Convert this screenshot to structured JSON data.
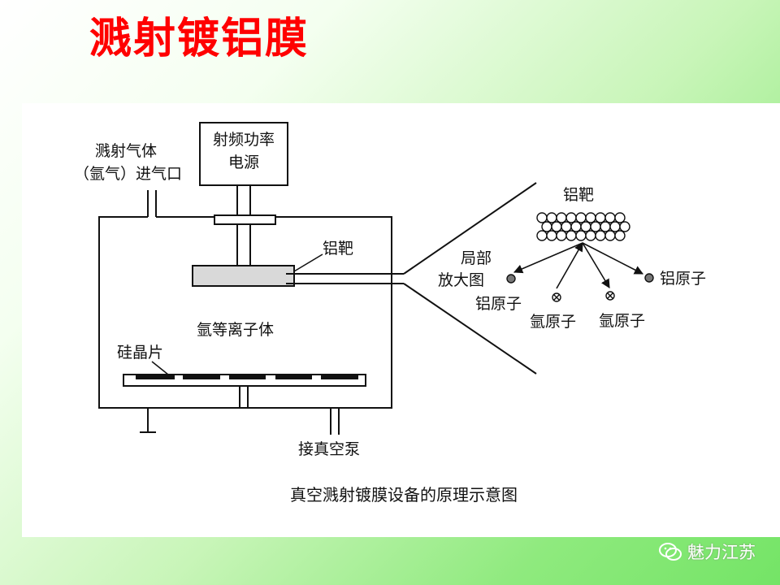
{
  "slide": {
    "title": "溅射镀铝膜"
  },
  "diagram": {
    "labels": {
      "gas_inlet_line1": "溅射气体",
      "gas_inlet_line2": "（氩气）进气口",
      "rf_power_line1": "射频功率",
      "rf_power_line2": "电源",
      "al_target": "铝靶",
      "argon_plasma": "氩等离子体",
      "silicon_wafer": "硅晶片",
      "vacuum_pump": "接真空泵",
      "local_zoom_line1": "局部",
      "local_zoom_line2": "放大图",
      "zoom_al_target": "铝靶",
      "al_atom_left": "铝原子",
      "al_atom_right": "铝原子",
      "ar_atom_1": "氩原子",
      "ar_atom_2": "氩原子"
    },
    "caption": "真空溅射镀膜设备的原理示意图"
  },
  "watermark": {
    "text": "魅力江苏"
  }
}
